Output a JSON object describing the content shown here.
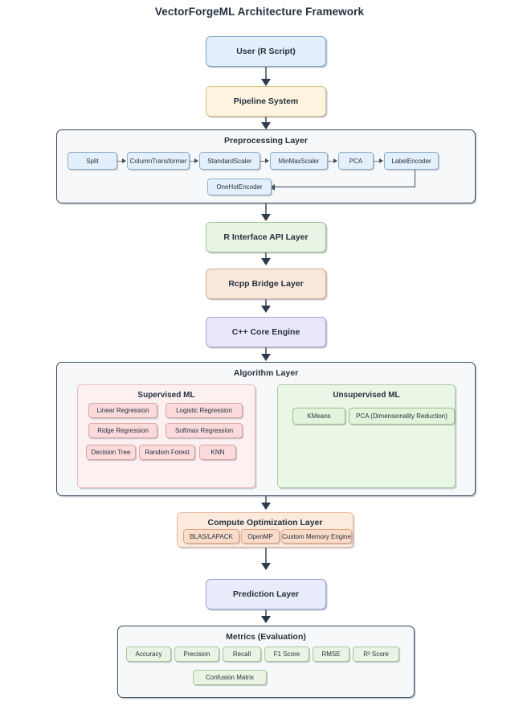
{
  "title": "VectorForgeML Architecture Framework",
  "nodes": {
    "user": "User (R Script)",
    "pipeline": "Pipeline System",
    "r_interface": "R Interface API Layer",
    "rcpp_bridge": "Rcpp Bridge Layer",
    "cpp_core": "C++ Core Engine",
    "prediction": "Prediction Layer"
  },
  "preprocessing": {
    "title": "Preprocessing Layer",
    "chain": [
      "Split",
      "ColumnTransformer",
      "StandardScaler",
      "MinMaxScaler",
      "PCA",
      "LabelEncoder"
    ],
    "branch": "OneHotEncoder"
  },
  "algorithm": {
    "title": "Algorithm Layer",
    "supervised": {
      "title": "Supervised ML",
      "items": [
        "Linear Regression",
        "Logistic Regression",
        "Ridge Regression",
        "Softmax Regression",
        "Decision Tree",
        "Random Forest",
        "KNN"
      ]
    },
    "unsupervised": {
      "title": "Unsupervised ML",
      "items": [
        "KMeans",
        "PCA (Dimensionality Reduction)"
      ]
    }
  },
  "compute": {
    "title": "Compute Optimization Layer",
    "items": [
      "BLAS/LAPACK",
      "OpenMP",
      "Custom Memory Engine"
    ]
  },
  "metrics": {
    "title": "Metrics (Evaluation)",
    "row1": [
      "Accuracy",
      "Precision",
      "Recall",
      "F1 Score",
      "RMSE",
      "R² Score"
    ],
    "row2": [
      "Confusion Matrix"
    ]
  },
  "colors": {
    "background": "#ffffff",
    "text": "#25313f",
    "panel_fill": "#f6f8fa",
    "panel_border": "#3d4f63",
    "blue_fill": "#e3f0fb",
    "blue_border": "#7da3c4",
    "cream_fill": "#fdf4e0",
    "cream_border": "#d9bd82",
    "green_fill": "#e9f5e4",
    "green_border": "#9ec293",
    "peach_fill": "#fbe8dd",
    "peach_border": "#d9ad93",
    "purple_fill": "#eae7f8",
    "purple_border": "#a9a0cf",
    "lavender_fill": "#e9ecfa",
    "lavender_border": "#97a2cf",
    "pink_chip": "#fadada",
    "green_chip": "#e4f3dc",
    "arrow": "#2b3a4d"
  }
}
